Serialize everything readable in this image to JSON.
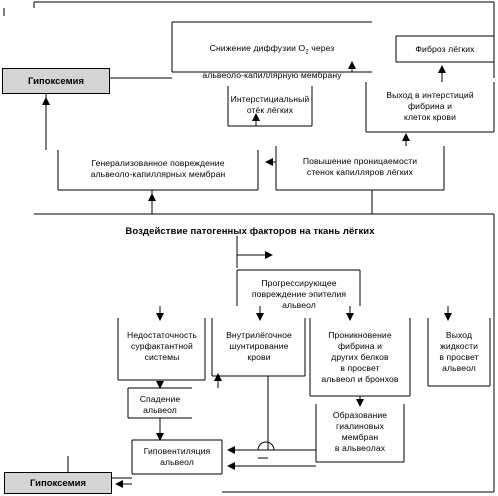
{
  "nodes": {
    "hypoxemia_top": "Гипоксемия",
    "hypoxemia_bottom": "Гипоксемия",
    "diffusion_decrease_line1": "Снижение диффузии О",
    "diffusion_decrease_sub": "2",
    "diffusion_decrease_line1_tail": " через",
    "diffusion_decrease_line2": "альвеоло-капиллярную мембрану",
    "lung_fibrosis": "Фиброз лёгких",
    "interstitial_edema": "Интерстициальный\nотёк лёгких",
    "fibrin_exit": "Выход в интерстиций\nфибрина и\nклеток крови",
    "generalized_damage": "Генерализованное повреждение\nальвеоло-капиллярных мембран",
    "capillary_permeability": "Повышение проницаемости\nстенок капилляров лёгких",
    "pathogenic_factors": "Воздействие патогенных факторов на ткань лёгких",
    "epithelium_damage": "Прогрессирующее\nповреждение эпителия\nальвеол",
    "surfactant_deficiency": "Недостаточность\nсурфактантной\nсистемы",
    "intrapulmonary_shunting": "Внутрилёгочное\nшунтирование\nкрови",
    "fibrin_penetration": "Проникновение\nфибрина и\nдругих белков\nв просвет\nальвеол и бронхов",
    "fluid_exit": "Выход\nжидкости\nв просвет\nальвеол",
    "alveoli_collapse": "Спадение\nальвеол",
    "hyaline_membranes": "Образование\nгиалиновых\nмембран\nв альвеолах",
    "hypoventilation": "Гиповентиляция\nальвеол"
  },
  "colors": {
    "line": "#000000",
    "hypoxemia_fill": "#d4d4d4"
  }
}
